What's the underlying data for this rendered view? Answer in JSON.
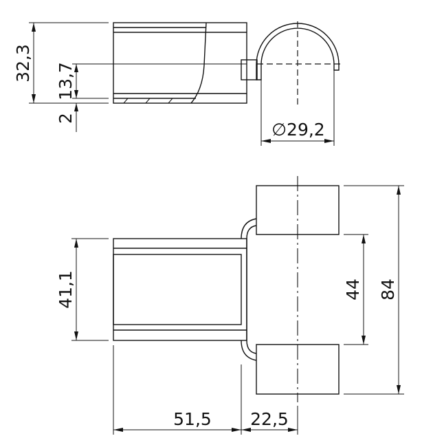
{
  "drawing": {
    "top_view": {
      "dimensions": {
        "overall_height": "32,3",
        "center_height": "13,7",
        "base_offset": "2",
        "clip_diameter": "∅29,2"
      }
    },
    "front_view": {
      "dimensions": {
        "body_height": "41,1",
        "inner_gap": "44",
        "overall_width": "84",
        "body_length": "51,5",
        "clip_length": "22,5"
      }
    }
  }
}
